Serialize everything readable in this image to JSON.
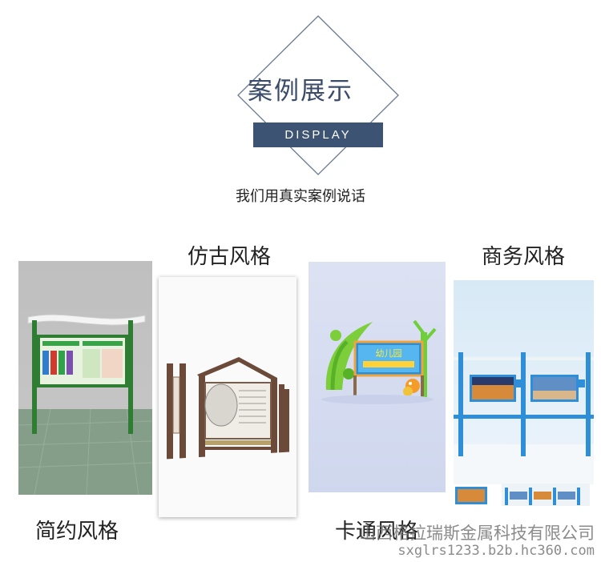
{
  "header": {
    "title": "案例展示",
    "subtitle_banner": "DISPLAY",
    "tagline": "我们用真实案例说话"
  },
  "styles": {
    "simple": "简约风格",
    "antique": "仿古风格",
    "cartoon": "卡通风格",
    "business": "商务风格"
  },
  "cartoon_sign_text": "幼儿园",
  "watermark": {
    "company": "山西格拉瑞斯金属科技有限公司",
    "url": "sxglrs1233.b2b.hc360.com"
  },
  "colors": {
    "banner_bg": "#3d5373",
    "title_text": "#3b4b6a",
    "diamond_line": "#6a7a95"
  }
}
